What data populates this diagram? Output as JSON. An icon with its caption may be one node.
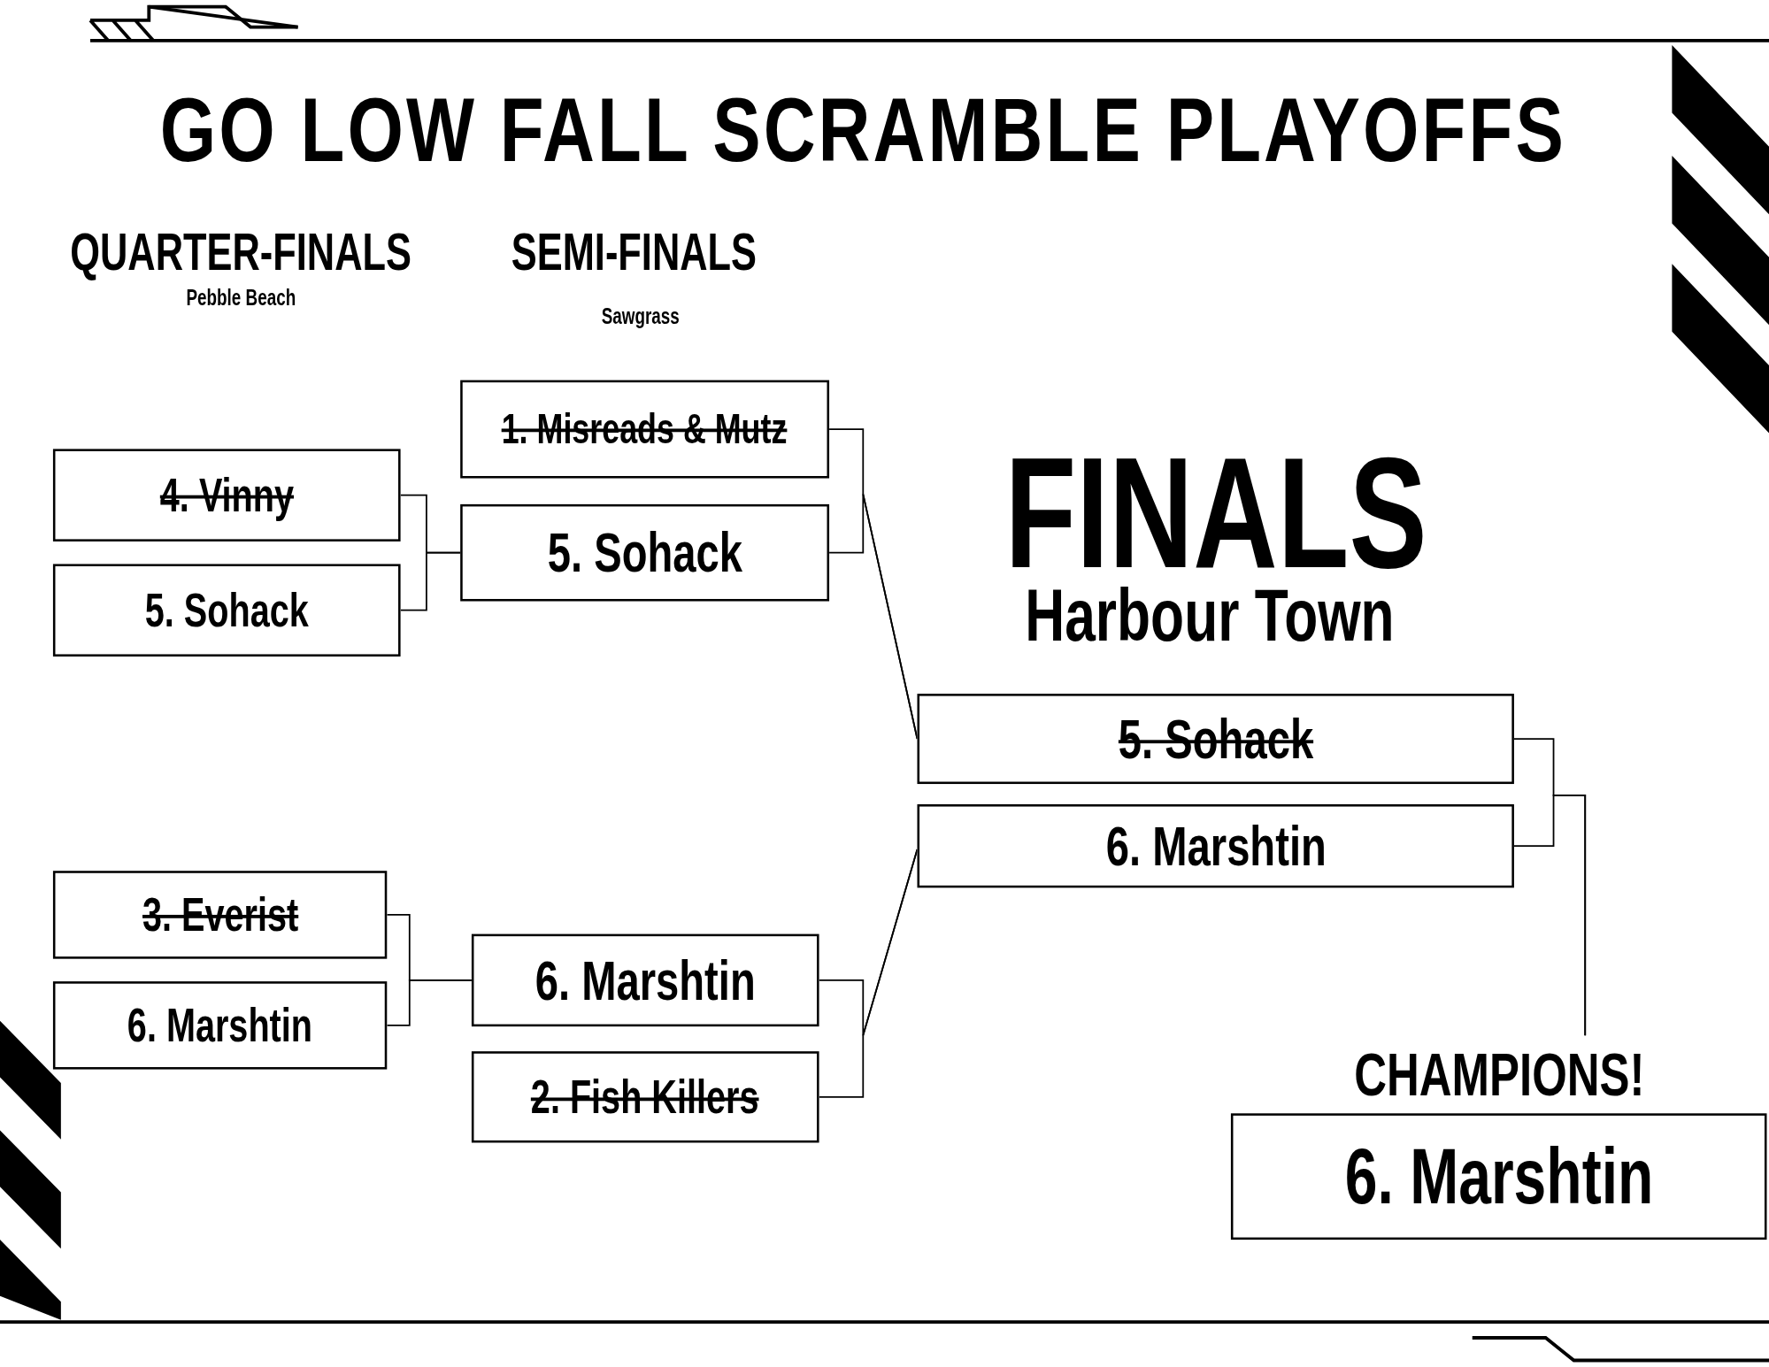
{
  "diagram": {
    "title": "GO LOW FALL SCRAMBLE PLAYOFFS",
    "nodes": [
      {
        "text": [
          "4. Vinny"
        ]
      },
      {
        "text": [
          "5. Sohack"
        ]
      },
      {
        "text": [
          "3. Everist"
        ]
      },
      {
        "text": [
          "6. Marshtin"
        ]
      },
      {
        "text": [
          "1. Misreads & Mutz"
        ]
      },
      {
        "text": [
          "5. Sohack"
        ]
      },
      {
        "text": [
          "6. Marshtin"
        ]
      },
      {
        "text": [
          "2. Fish Killers"
        ]
      },
      {
        "text": [
          "5. Sohack"
        ]
      },
      {
        "text": [
          "6. Marshtin"
        ]
      },
      {
        "text": [
          "CHAMPIONS!",
          "6. Marshtin"
        ]
      }
    ],
    "edges": [
      {
        "from": 0,
        "to": 5,
        "arrow": "none"
      },
      {
        "from": 1,
        "to": 5,
        "arrow": "none"
      },
      {
        "from": 2,
        "to": 6,
        "arrow": "none"
      },
      {
        "from": 3,
        "to": 6,
        "arrow": "none"
      },
      {
        "from": 4,
        "to": 8,
        "arrow": "none"
      },
      {
        "from": 5,
        "to": 8,
        "arrow": "none"
      },
      {
        "from": 6,
        "to": 9,
        "arrow": "none"
      },
      {
        "from": 7,
        "to": 9,
        "arrow": "none"
      },
      {
        "from": 8,
        "to": 10,
        "arrow": "none"
      },
      {
        "from": 9,
        "to": 10,
        "arrow": "none"
      }
    ],
    "labels": [
      "QUARTER-FINALS",
      "Pebble Beach",
      "SEMI-FINALS",
      "Sawgrass",
      "FINALS",
      "Harbour Town"
    ]
  }
}
